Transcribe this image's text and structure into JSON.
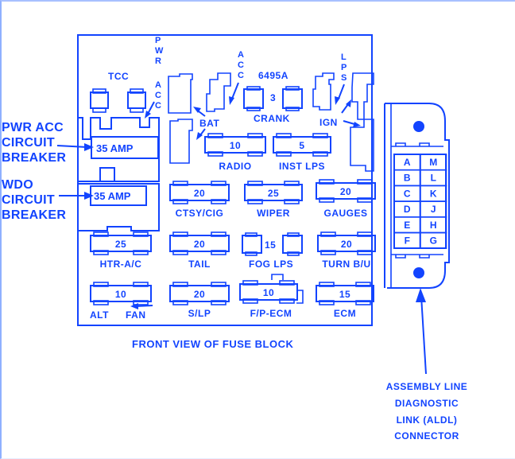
{
  "diagram": {
    "part_number": "6495A",
    "caption": "FRONT VIEW OF FUSE BLOCK",
    "colors": {
      "ink": "#1244ff",
      "background": "#ffffff"
    },
    "callouts_left": {
      "pwr_acc_cb": [
        "PWR ACC",
        "CIRCUIT",
        "BREAKER"
      ],
      "wdo_cb": [
        "WDO",
        "CIRCUIT",
        "BREAKER"
      ]
    },
    "circuit_breakers": [
      {
        "id": "pwr-acc",
        "rating": "35 AMP"
      },
      {
        "id": "wdo",
        "rating": "35 AMP"
      }
    ],
    "relay_labels": {
      "tcc": "TCC",
      "pwr_acc_vertical": [
        "P",
        "W",
        "R",
        "A",
        "C",
        "C"
      ],
      "acc_vertical": [
        "A",
        "C",
        "C"
      ],
      "lps_vertical": [
        "L",
        "P",
        "S"
      ],
      "bat": "BAT",
      "crank": "CRANK",
      "crank_value": "3",
      "ign": "IGN"
    },
    "fuses": [
      {
        "id": "radio",
        "value": "10",
        "label": "RADIO"
      },
      {
        "id": "inst-lps",
        "value": "5",
        "label": "INST LPS"
      },
      {
        "id": "htr-ac",
        "value": "25",
        "label": "HTR-A/C"
      },
      {
        "id": "ctsy-cig",
        "value": "20",
        "label": "CTSY/CIG"
      },
      {
        "id": "wiper",
        "value": "25",
        "label": "WIPER"
      },
      {
        "id": "gauges",
        "value": "20",
        "label": "GAUGES"
      },
      {
        "id": "tail",
        "value": "20",
        "label": "TAIL"
      },
      {
        "id": "fog-lps",
        "value": "15",
        "label": "FOG LPS"
      },
      {
        "id": "turn-bu",
        "value": "20",
        "label": "TURN B/U"
      },
      {
        "id": "alt-fan",
        "value": "10",
        "label_left": "ALT",
        "label_right": "FAN"
      },
      {
        "id": "s-lp",
        "value": "20",
        "label": "S/LP"
      },
      {
        "id": "fp-ecm",
        "value": "10",
        "label": "F/P-ECM"
      },
      {
        "id": "ecm",
        "value": "15",
        "label": "ECM"
      }
    ],
    "aldl": {
      "pins_left": [
        "A",
        "B",
        "C",
        "D",
        "E",
        "F"
      ],
      "pins_right": [
        "M",
        "L",
        "K",
        "J",
        "H",
        "G"
      ],
      "caption": [
        "ASSEMBLY LINE",
        "DIAGNOSTIC",
        "LINK (ALDL)",
        "CONNECTOR"
      ]
    }
  }
}
